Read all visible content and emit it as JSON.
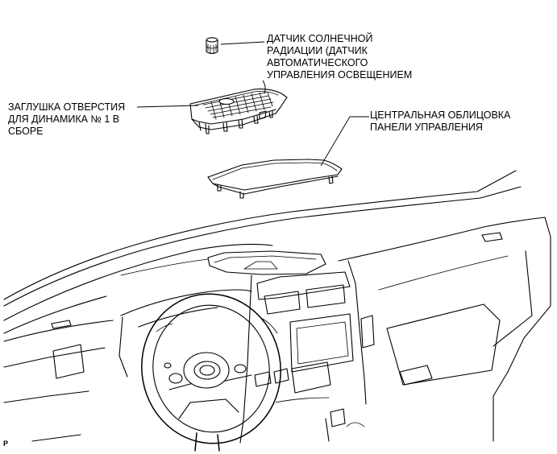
{
  "labels": {
    "sun_sensor": [
      "ДАТЧИК СОЛНЕЧНОЙ",
      "РАДИАЦИИ (ДАТЧИК",
      "АВТОМАТИЧЕСКОГО",
      "УПРАВЛЕНИЯ ОСВЕЩЕНИЕМ"
    ],
    "speaker_plug": [
      "ЗАГЛУШКА ОТВЕРСТИЯ",
      "ДЛЯ ДИНАМИКА № 1 В",
      "СБОРЕ"
    ],
    "center_panel": [
      "ЦЕНТРАЛЬНАЯ ОБЛИЦОВКА",
      "ПАНЕЛИ УПРАВЛЕНИЯ"
    ],
    "figure_code": "P"
  },
  "colors": {
    "line": "#000000",
    "background": "#ffffff"
  }
}
